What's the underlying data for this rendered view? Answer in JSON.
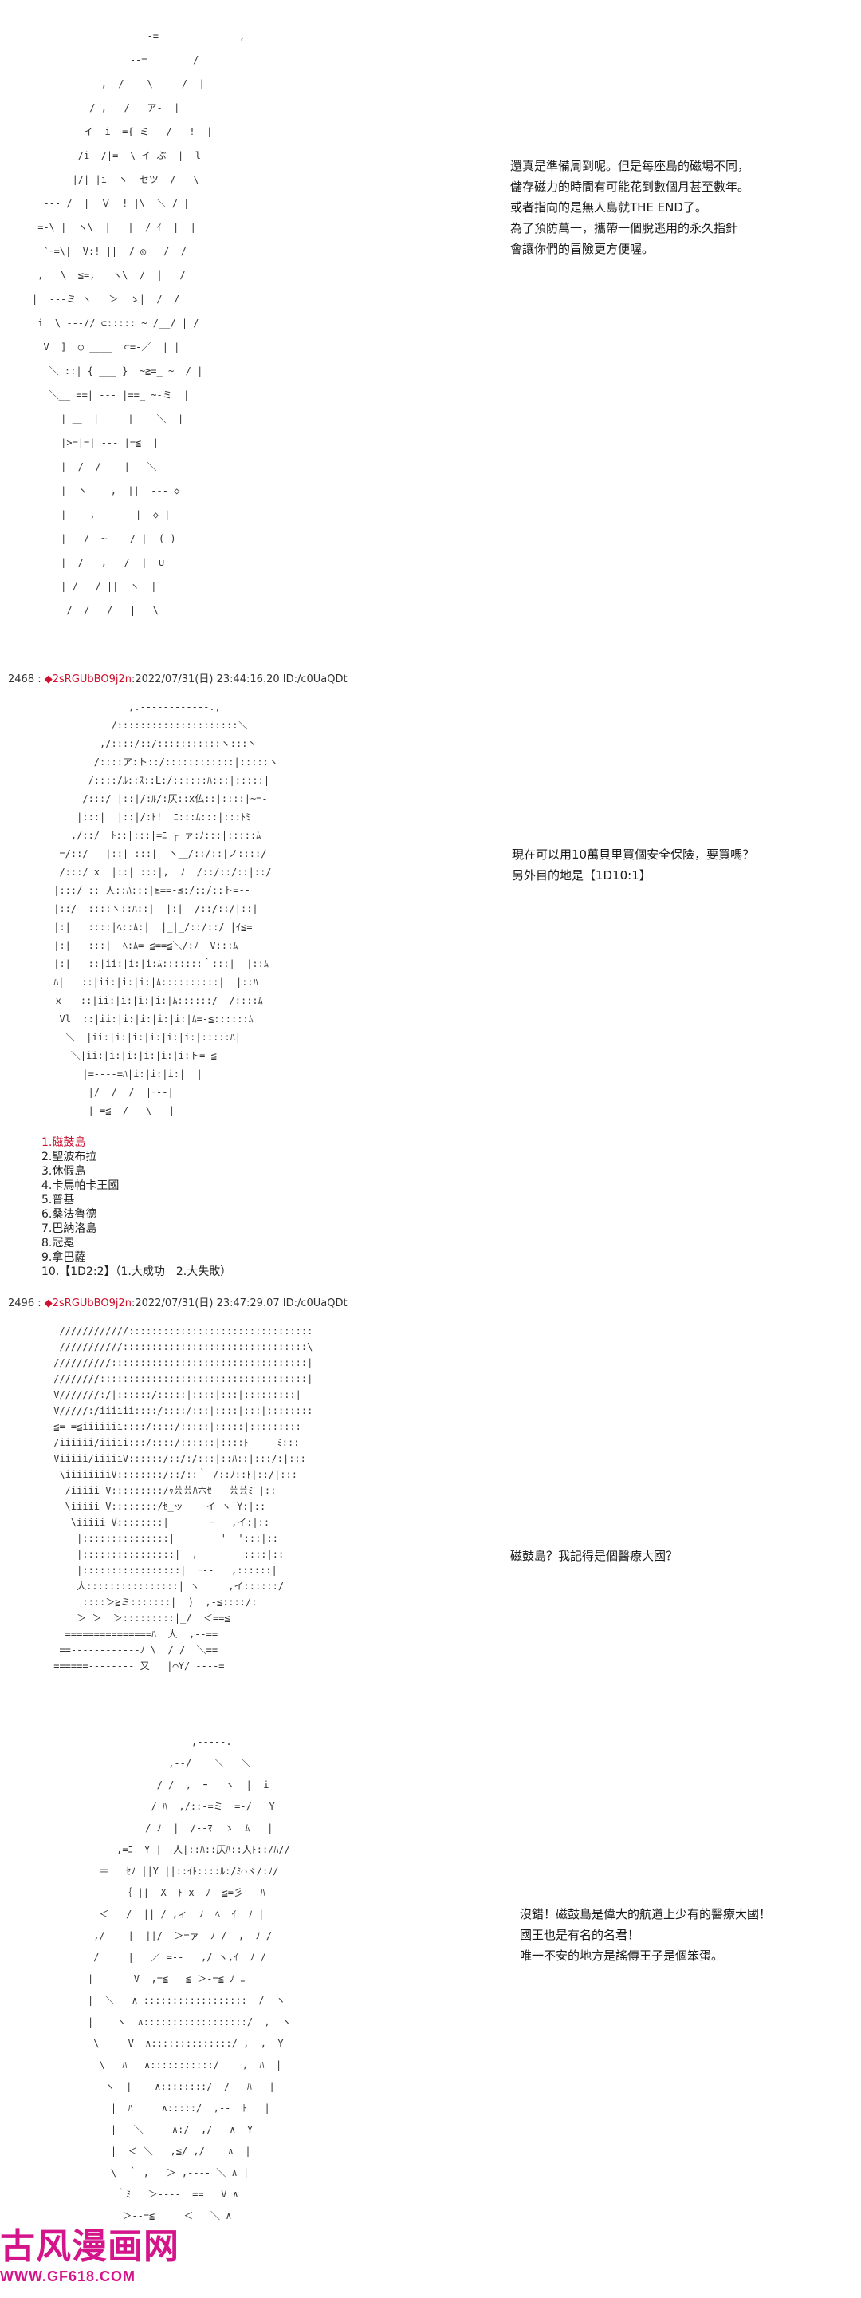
{
  "panel1": {
    "art": "                    -=              ,\n                 --=        /\n            ,  /    \\     /  |\n          / ,   /   ア-  |\n         イ  i -={ ミ   /   !  |\n        /i  /|=--\\ イ ぶ  |  l\n       |/| |i  ヽ  セツ  /   \\\n  --‐ /  |  Ｖ  ! |\\  ＼ / |\n =-\\ |  ヽ\\  |   |  / ｲ  |  |\n  `ｰ=\\|  V:! ||  / ◎   /  /\n ,   \\  ≦=,   ヽ\\  /  |   /\n|  ‐-‐ミ ヽ   ＞  ゝ|  /  /\n i  \\ ‐-‐// ⊂::::: ~ /__/ | /\n  V  ]  ○ ____  ⊂=-／  | |\n   ＼ ::| { ___ }  ~≧=_ ~  / |\n   ＼__ ==| ‐‐‐ |==_ ~-ミ  |\n     | ＿__| ___ |___ ＼  |\n     |>=|=| ‐‐‐ |=≦  |\n     |  /  /    |   ＼\n     |  ヽ    ,  ||  ‐-‐ ◇\n     |    ,  ‐    |  ◇ |\n     |   /  ~    / |  ( )\n     |  /   ,   /  |  ∪\n     | /   / ||  ヽ  |\n      /  /   /   |   \\",
    "dialog": [
      "還真是準備周到呢。但是每座島的磁場不同，",
      "儲存磁力的時間有可能花到數個月甚至數年。",
      "或者指向的是無人島就THE END了。",
      "為了預防萬一，攜帶一個脫逃用的永久指針",
      "會讓你們的冒險更方便喔。"
    ]
  },
  "post2": {
    "number": "2468 :",
    "diamond": "◆",
    "trip": "2sRGUbBO9j2n",
    "meta": ":2022/07/31(日) 23:44:16.20 ID:/c0UaQDt"
  },
  "panel2": {
    "art": "              ,.--‐‐‐‐‐‐‐‐‐-.,\n           /:::::::::::::::::::::＼\n         ,/::::/::/:::::::::::ヽ:::ヽ\n        /::::ア:ト::/::::::::::::|:::::ヽ\n       /::::/ﾙ::ｽ::L:/::::::ﾊ:::|:::::|\n      /:::/ |::|/:ﾙ/:仄::x仏::|::::|~=-\n     |:::|  |::|/:ﾄ!  ﾆ:::ﾑ:::|:::ﾄﾐ\n    ,/::/  ﾄ::|:::|=ﾆ ┌ ァ:ﾉ:::|:::::ﾑ\n  =/::/   |::| :::|  ヽ＿/::/::|ノ::::/\n  /:::/ x  |::| :::|,  ﾉ  /::/::/::|::/\n |:::/ :: 人::ﾊ:::|≧==‐≦:/::/::ト=--\n |::/  ::::ヽ::ﾊ::|  |:|  /::/::/|::|\n |:|   ::::|ﾍ::ﾑ:|  |_|_/::/::/ |ｲ≦=\n |:|   :::|  ﾍ:ﾑ=‐≦==≦＼/:ﾉ  V:::ﾑ\n |:|   ::|ii:|i:|i:ﾑ:::::::｀:::|  |::ﾑ\n ﾊ|   ::|ii:|i:|i:|ﾑ::::::::::|  |::ﾊ\n ｘ   ::|ii:|i:|i:|i:|ﾑ::::::/  /::::ﾑ\n  Vl  ::|ii:|i:|i:|i:|i:|ﾑ=‐≦::::::ﾑ\n   ＼  |ii:|i:|i:|i:|i:|i:|:::::ﾊ|\n    ＼|ii:|i:|i:|i:|i:|i:ト=‐≦\n      |=----=ﾊ|i:|i:|i:|  |\n       |/  /  /  |ｰ-‐|\n       |-=≦  /   \\   |",
    "dialog": [
      "現在可以用10萬貝里買個安全保險，要買嗎？",
      "另外目的地是【1D10:1】"
    ]
  },
  "choices": {
    "items": [
      "1.磁鼓島",
      "2.聖波布拉",
      "3.休假島",
      "4.卡馬帕卡王國",
      "5.普基",
      "6.桑法魯德",
      "7.巴納洛島",
      "8.冠冕",
      "9.拿巴薩",
      "10.【1D2:2】（1.大成功　2.大失敗）"
    ]
  },
  "post3": {
    "number": "2496 :",
    "diamond": "◆",
    "trip": "2sRGUbBO9j2n",
    "meta": ":2022/07/31(日) 23:47:29.07 ID:/c0UaQDt"
  },
  "panel3": {
    "art": "  ////////////::::::::::::::::::::::::::::::::\n  ///////////::::::::::::::::::::::::::::::::\\\n //////////::::::::::::::::::::::::::::::::::|\n ////////::::::::::::::::::::::::::::::::::::|\n V///////:/|::::::/:::::|::::|:::|:::::::::|\n V/////:/iiiiii::::/::::/:::|::::|:::|::::::::\n ≦=-=≦iiiiiii::::/::::/:::::|:::::|:::::::::\n /iiiiii/iiiii:::/::::/::::::|::::ﾄ-----ﾐ:::\n Viiiii/iiiiiV::::::/::/:/:::|::ﾊ::|:::/:|:::\n  \\iiiiiiiiV::::::::/::/::｀|/::ﾉ::ﾄ|::/|:::\n   /iiiii V:::::::::/ｩ芸芸ﾊ六ｾ   芸芸ﾐ |::\n   \\iiiii V::::::::/ｾ_ッ    イ ヽ Y:|::\n    \\iiiii V::::::::|       ｰ   ,イ:|::\n     |:::::::::::::::|        '  ':::|::\n     |::::::::::::::::|  ,        ::::|::\n     |:::::::::::::::::|  ｰ-‐   ,::::::|\n     人::::::::::::::::| ヽ     ,イ::::::/\n      ::::＞≧ミ:::::::|  )  ,‐≦::::/:\n     ＞ ＞  ＞:::::::::|_/  ＜==≦\n   ===============ﾊ  人  ,-‐==\n  ==‐‐‐‐‐‐‐‐‐‐‐‐ﾉ \\  / /  ＼==\n ======‐‐‐‐‐‐‐‐ 又   |⌒Y/ ‐‐‐‐=",
    "dialog": [
      "磁鼓島？我記得是個醫療大國？"
    ]
  },
  "panel4": {
    "art": "                  ,-----.\n              ,--/    ＼   ＼\n            / /  ,  ｰ   ヽ  |  i\n           / ﾊ  ,/::-=ミ  =-/   Y\n          / ﾉ  |  /--ﾏ  ゝ  ﾑ   |\n     ,=ﾆ  Y |  人|::ﾊ::仄ﾊ::人ﾄ::/ﾊ//\n  ＝   ｾﾉ ||Y ||::ｲﾄ::::ﾙ:/ﾐ⌒ヾ/:ﾉ/\n      ｛ ||  X  ﾄ x  ﾉ  ≦=彡   ﾊ\n  ＜   /  || / ,ィ  ﾉ  ﾍ  ｲ  ﾉ |\n ,/    |  ||/  ＞=ァ  ﾉ /  ,  ﾉ /\n /     |   ／ =-‐   ,/ ヽ,ｲ  ﾉ /\n|       V  ,=≦   ≦ ＞-=≦ ﾉ ﾆ\n|  ＼   ∧ ::::::::::::::::::  /  ヽ\n|    ヽ  ∧::::::::::::::::::/  ,  ヽ\n \\     V  ∧::::::::::::::/ ,  ,  Y\n  \\   ﾊ   ∧:::::::::::/    ,  ﾊ  |\n   ヽ  |    ∧::::::::/  /   ﾊ   |\n    |  ﾊ     ∧:::::/  ,-‐  ﾄ   |\n    |   ＼     ∧:/  ,/   ∧  Y\n    |  ＜ ＼   ,≦/ ,/    ∧  |\n    \\  ｀ ,   ＞ ,-‐‐‐ ＼ ∧ |\n     ｀ﾐ   ＞-‐-‐  ==   V ∧\n      ＞‐-=≦     ＜   ＼ ∧",
    "dialog": [
      "沒錯！磁鼓島是偉大的航道上少有的醫療大國！",
      "國王也是有名的名君！",
      "唯一不安的地方是謠傳王子是個笨蛋。"
    ]
  },
  "watermark": {
    "title": "古风漫画网",
    "url": "WWW.GF618.COM"
  }
}
